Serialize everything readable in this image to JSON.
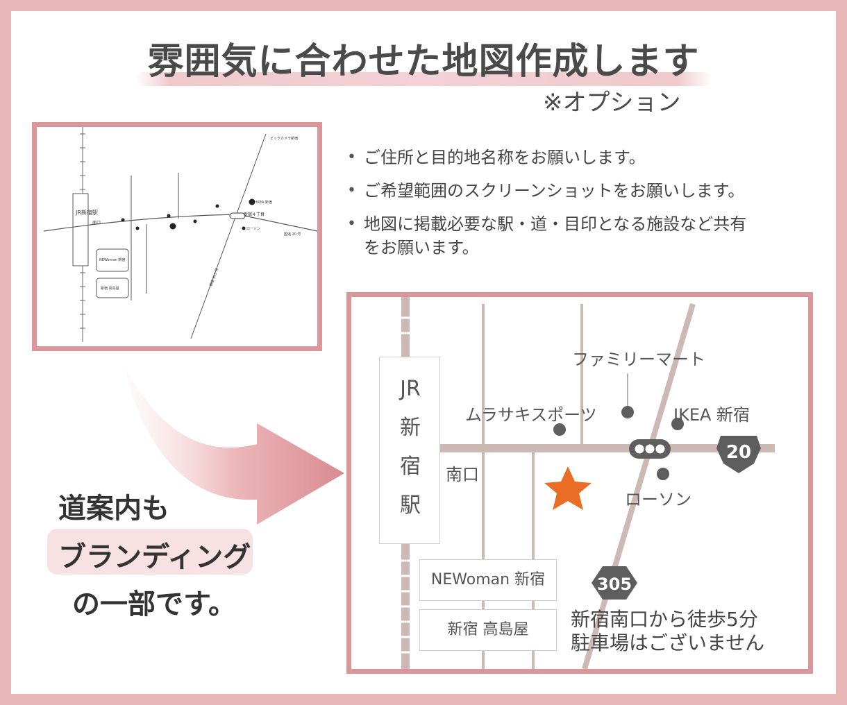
{
  "header": {
    "title": "雰囲気に合わせた地図作成します",
    "subtitle": "※オプション"
  },
  "bullets": [
    "ご住所と目的地名称をお願いします。",
    "ご希望範囲のスクリーンショットをお願いします。",
    "地図に掲載必要な駅・道・目印となる施設など共有をお願います。"
  ],
  "promo": {
    "line1": "道案内も",
    "line2": "ブランディング",
    "line3": "の一部です。"
  },
  "sketch_map": {
    "station": "JR新宿駅",
    "south_exit": "南口",
    "newoman": "NEWoman 新宿",
    "takashimaya": "新宿 高島屋",
    "intersection": "新宿４丁目",
    "ikea": "IKEA 新宿",
    "lawson": "ローソン",
    "route20": "国道 20 号",
    "route305": "都道 305 号",
    "note_text": "ビックカメラ新宿"
  },
  "finished_map": {
    "station": [
      "JR",
      "新",
      "宿",
      "駅"
    ],
    "south_exit": "南口",
    "familymart": "ファミリーマート",
    "murasaki": "ムラサキスポーツ",
    "ikea": "IKEA 新宿",
    "lawson": "ローソン",
    "newoman": "NEWoman 新宿",
    "takashimaya": "新宿 高島屋",
    "route20": "20",
    "route305": "305",
    "access_line1": "新宿南口から徒歩5分",
    "access_line2": "駐車場はございません"
  },
  "colors": {
    "border_pink": "#e9b7b7",
    "frame_pink": "#d9979a",
    "road": "#cdb9b4",
    "marker": "#5e5e5e",
    "star": "#e96d25"
  },
  "icons": {
    "star": "star-icon",
    "signal": "traffic-signal-icon",
    "route_shield": "route-shield-icon"
  }
}
